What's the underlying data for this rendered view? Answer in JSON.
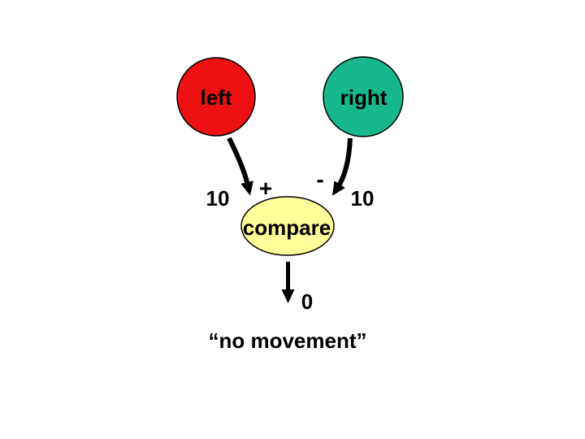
{
  "diagram": {
    "left_node": {
      "label": "left",
      "value": "10",
      "sign": "+"
    },
    "right_node": {
      "label": "right",
      "value": "10",
      "sign": "-"
    },
    "compare_node": {
      "label": "compare"
    },
    "result": {
      "value": "0",
      "caption": "“no movement”"
    }
  },
  "colors": {
    "left_circle": "#ee1111",
    "right_circle": "#17b98c",
    "compare_ellipse": "#ffff99",
    "outline": "#000000",
    "arrow": "#000000",
    "background": "#ffffff"
  }
}
